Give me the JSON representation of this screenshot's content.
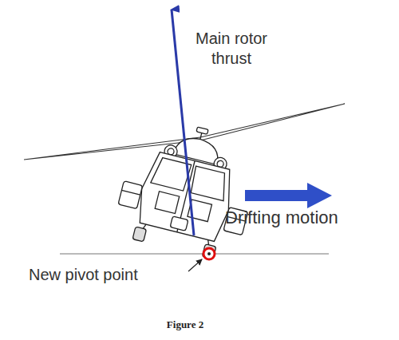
{
  "diagram": {
    "caption": "Figure 2",
    "labels": [
      "Main rotor thrust",
      "Drifting motion",
      "New pivot point"
    ]
  }
}
